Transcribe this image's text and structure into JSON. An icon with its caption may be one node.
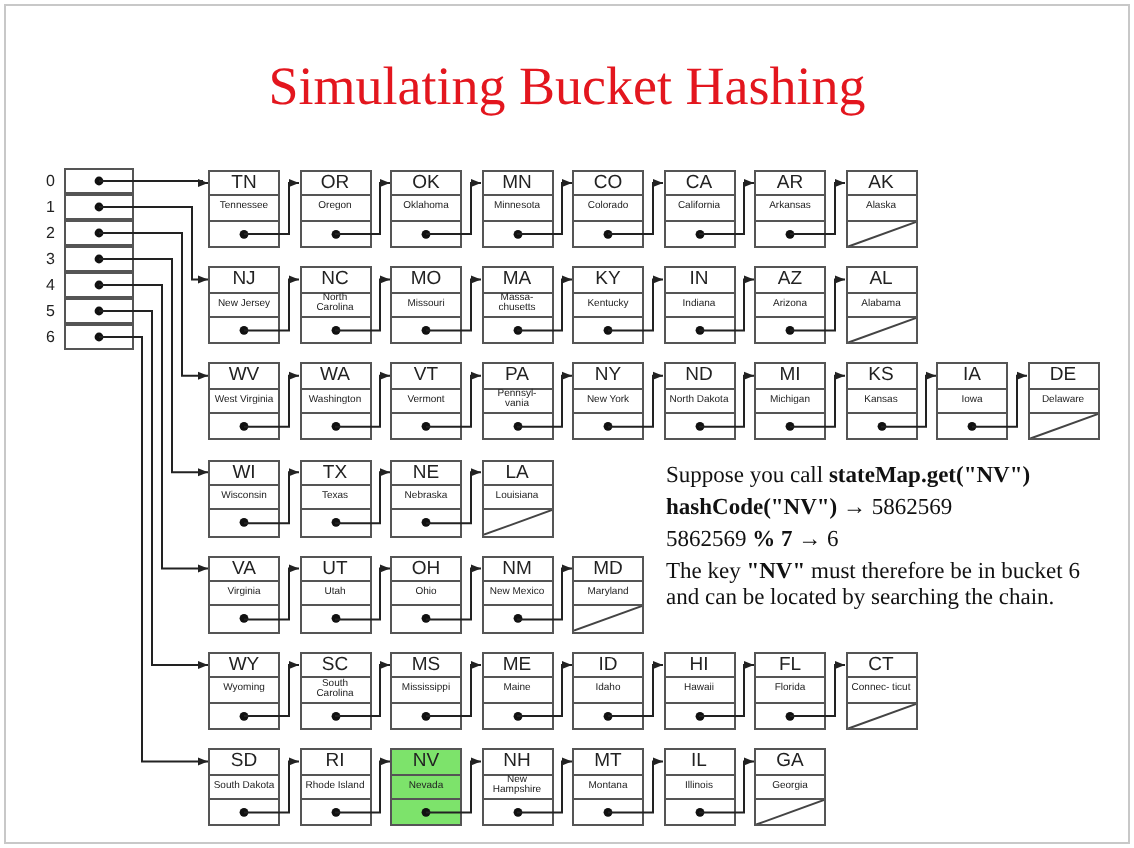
{
  "diagram": {
    "title": "Simulating Bucket Hashing",
    "nodes": [
      {
        "text": [],
        "shape": "box",
        "beside": [
          "0"
        ]
      },
      {
        "text": [],
        "shape": "box",
        "beside": [
          "1"
        ]
      },
      {
        "text": [],
        "shape": "box",
        "beside": [
          "2"
        ]
      },
      {
        "text": [],
        "shape": "box",
        "beside": [
          "3"
        ]
      },
      {
        "text": [],
        "shape": "box",
        "beside": [
          "4"
        ]
      },
      {
        "text": [],
        "shape": "box",
        "beside": [
          "5"
        ]
      },
      {
        "text": [],
        "shape": "box",
        "beside": [
          "6"
        ]
      },
      {
        "text": [
          "TN",
          "Tennessee"
        ]
      },
      {
        "text": [
          "OR",
          "Oregon"
        ]
      },
      {
        "text": [
          "OK",
          "Oklahoma"
        ]
      },
      {
        "text": [
          "MN",
          "Minnesota"
        ]
      },
      {
        "text": [
          "CO",
          "Colorado"
        ]
      },
      {
        "text": [
          "CA",
          "California"
        ]
      },
      {
        "text": [
          "AR",
          "Arkansas"
        ]
      },
      {
        "text": [
          "AK",
          "Alaska"
        ]
      },
      {
        "text": [
          "NJ",
          "New Jersey"
        ]
      },
      {
        "text": [
          "NC",
          "North Carolina"
        ]
      },
      {
        "text": [
          "MO",
          "Missouri"
        ]
      },
      {
        "text": [
          "MA",
          "Massa- chusetts"
        ]
      },
      {
        "text": [
          "KY",
          "Kentucky"
        ]
      },
      {
        "text": [
          "IN",
          "Indiana"
        ]
      },
      {
        "text": [
          "AZ",
          "Arizona"
        ]
      },
      {
        "text": [
          "AL",
          "Alabama"
        ]
      },
      {
        "text": [
          "WV",
          "West Virginia"
        ]
      },
      {
        "text": [
          "WA",
          "Washington"
        ]
      },
      {
        "text": [
          "VT",
          "Vermont"
        ]
      },
      {
        "text": [
          "PA",
          "Pennsyl- vania"
        ]
      },
      {
        "text": [
          "NY",
          "New York"
        ]
      },
      {
        "text": [
          "ND",
          "North Dakota"
        ]
      },
      {
        "text": [
          "MI",
          "Michigan"
        ]
      },
      {
        "text": [
          "KS",
          "Kansas"
        ]
      },
      {
        "text": [
          "IA",
          "Iowa"
        ]
      },
      {
        "text": [
          "DE",
          "Delaware"
        ]
      },
      {
        "text": [
          "WI",
          "Wisconsin"
        ]
      },
      {
        "text": [
          "TX",
          "Texas"
        ]
      },
      {
        "text": [
          "NE",
          "Nebraska"
        ]
      },
      {
        "text": [
          "LA",
          "Louisiana"
        ]
      },
      {
        "text": [
          "VA",
          "Virginia"
        ]
      },
      {
        "text": [
          "UT",
          "Utah"
        ]
      },
      {
        "text": [
          "OH",
          "Ohio"
        ]
      },
      {
        "text": [
          "NM",
          "New Mexico"
        ]
      },
      {
        "text": [
          "MD",
          "Maryland"
        ]
      },
      {
        "text": [
          "WY",
          "Wyoming"
        ]
      },
      {
        "text": [
          "SC",
          "South Carolina"
        ]
      },
      {
        "text": [
          "MS",
          "Mississippi"
        ]
      },
      {
        "text": [
          "ME",
          "Maine"
        ]
      },
      {
        "text": [
          "ID",
          "Idaho"
        ]
      },
      {
        "text": [
          "HI",
          "Hawaii"
        ]
      },
      {
        "text": [
          "FL",
          "Florida"
        ]
      },
      {
        "text": [
          "CT",
          "Connec- ticut"
        ]
      },
      {
        "text": [
          "SD",
          "South Dakota"
        ]
      },
      {
        "text": [
          "RI",
          "Rhode Island"
        ]
      },
      {
        "text": [
          "NV",
          "Nevada"
        ]
      },
      {
        "text": [
          "NH",
          "New Hampshire"
        ]
      },
      {
        "text": [
          "MT",
          "Montana"
        ]
      },
      {
        "text": [
          "IL",
          "Illinois"
        ]
      },
      {
        "text": [
          "GA",
          "Georgia"
        ]
      }
    ],
    "edges": [
      {
        "from": 0,
        "to": 7,
        "arrow": "to"
      },
      {
        "from": 1,
        "to": 15,
        "arrow": "to"
      },
      {
        "from": 2,
        "to": 23,
        "arrow": "to"
      },
      {
        "from": 3,
        "to": 33,
        "arrow": "to"
      },
      {
        "from": 4,
        "to": 37,
        "arrow": "to"
      },
      {
        "from": 5,
        "to": 42,
        "arrow": "to"
      },
      {
        "from": 6,
        "to": 50,
        "arrow": "to"
      },
      {
        "from": 7,
        "to": 8,
        "arrow": "to"
      },
      {
        "from": 8,
        "to": 9,
        "arrow": "to"
      },
      {
        "from": 9,
        "to": 10,
        "arrow": "to"
      },
      {
        "from": 10,
        "to": 11,
        "arrow": "to"
      },
      {
        "from": 11,
        "to": 12,
        "arrow": "to"
      },
      {
        "from": 12,
        "to": 13,
        "arrow": "to"
      },
      {
        "from": 13,
        "to": 14,
        "arrow": "to"
      },
      {
        "from": 15,
        "to": 16,
        "arrow": "to"
      },
      {
        "from": 16,
        "to": 17,
        "arrow": "to"
      },
      {
        "from": 17,
        "to": 18,
        "arrow": "to"
      },
      {
        "from": 18,
        "to": 19,
        "arrow": "to"
      },
      {
        "from": 19,
        "to": 20,
        "arrow": "to"
      },
      {
        "from": 20,
        "to": 21,
        "arrow": "to"
      },
      {
        "from": 21,
        "to": 22,
        "arrow": "to"
      },
      {
        "from": 23,
        "to": 24,
        "arrow": "to"
      },
      {
        "from": 24,
        "to": 25,
        "arrow": "to"
      },
      {
        "from": 25,
        "to": 26,
        "arrow": "to"
      },
      {
        "from": 26,
        "to": 27,
        "arrow": "to"
      },
      {
        "from": 27,
        "to": 28,
        "arrow": "to"
      },
      {
        "from": 28,
        "to": 29,
        "arrow": "to"
      },
      {
        "from": 29,
        "to": 30,
        "arrow": "to"
      },
      {
        "from": 30,
        "to": 31,
        "arrow": "to"
      },
      {
        "from": 31,
        "to": 32,
        "arrow": "to"
      },
      {
        "from": 33,
        "to": 34,
        "arrow": "to"
      },
      {
        "from": 34,
        "to": 35,
        "arrow": "to"
      },
      {
        "from": 35,
        "to": 36,
        "arrow": "to"
      },
      {
        "from": 37,
        "to": 38,
        "arrow": "to"
      },
      {
        "from": 38,
        "to": 39,
        "arrow": "to"
      },
      {
        "from": 39,
        "to": 40,
        "arrow": "to"
      },
      {
        "from": 40,
        "to": 41,
        "arrow": "to"
      },
      {
        "from": 42,
        "to": 43,
        "arrow": "to"
      },
      {
        "from": 43,
        "to": 44,
        "arrow": "to"
      },
      {
        "from": 44,
        "to": 45,
        "arrow": "to"
      },
      {
        "from": 45,
        "to": 46,
        "arrow": "to"
      },
      {
        "from": 46,
        "to": 47,
        "arrow": "to"
      },
      {
        "from": 47,
        "to": 48,
        "arrow": "to"
      },
      {
        "from": 48,
        "to": 49,
        "arrow": "to"
      },
      {
        "from": 50,
        "to": 51,
        "arrow": "to"
      },
      {
        "from": 51,
        "to": 52,
        "arrow": "to"
      },
      {
        "from": 52,
        "to": 53,
        "arrow": "to"
      },
      {
        "from": 53,
        "to": 54,
        "arrow": "to"
      },
      {
        "from": 54,
        "to": 55,
        "arrow": "to"
      },
      {
        "from": 55,
        "to": 56,
        "arrow": "to"
      }
    ],
    "labels": [
      "Suppose you call **stateMap.get(\"NV\")**",
      "**hashCode(\"NV\")** → 5862569",
      "5862569 **% 7** → 6",
      "The key **\"NV\"** must therefore be in bucket 6 and can be located by searching the chain."
    ]
  }
}
